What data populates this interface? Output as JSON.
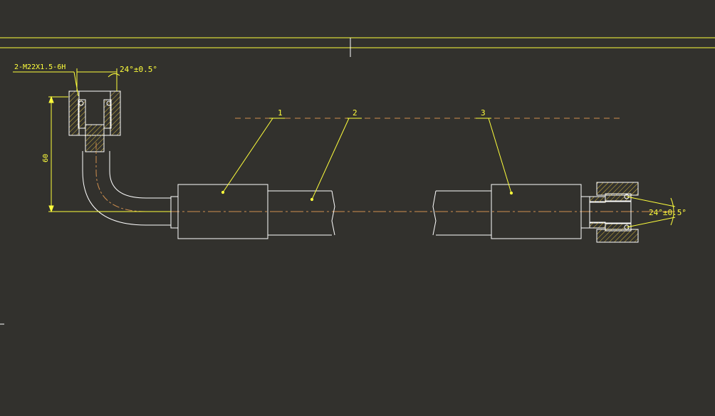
{
  "colors": {
    "background": "#32312d",
    "outline": "#ffffff",
    "annotation": "#ffff3c",
    "centerline": "#d09050",
    "hatch": "#e0c040"
  },
  "drawing": {
    "thread_callout": "2-M22X1.5-6H",
    "angle_callout_left": "24°±0.5°",
    "angle_callout_right": "24°±0.5°",
    "dimension_height": "60",
    "balloons": [
      "1",
      "2",
      "3"
    ]
  }
}
